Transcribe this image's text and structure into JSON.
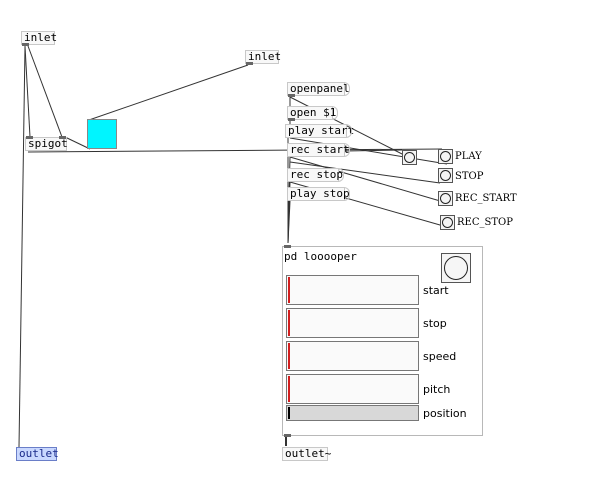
{
  "objects": {
    "inlet_left": "inlet",
    "inlet_right": "inlet",
    "spigot": "spigot",
    "outlet": "outlet",
    "outlet_signal": "outlet~"
  },
  "messages": {
    "openpanel": "openpanel",
    "open": "open $1",
    "play_start": "play start",
    "rec_start": "rec start",
    "rec_stop": "rec stop",
    "play_stop": "play stop"
  },
  "bangs": {
    "play": "PLAY",
    "stop": "STOP",
    "rec_start": "REC_START",
    "rec_stop": "REC_STOP"
  },
  "colors": {
    "canvas_color": "#00f5ff",
    "slider_knob": "#d21f1f"
  },
  "subpatch": {
    "title": "pd looooper",
    "sliders": [
      {
        "label": "start",
        "level": 0.0
      },
      {
        "label": "stop",
        "level": 0.0
      },
      {
        "label": "speed",
        "level": 0.0
      },
      {
        "label": "pitch",
        "level": 0.0
      },
      {
        "label": "position",
        "level": 0.0
      }
    ]
  }
}
